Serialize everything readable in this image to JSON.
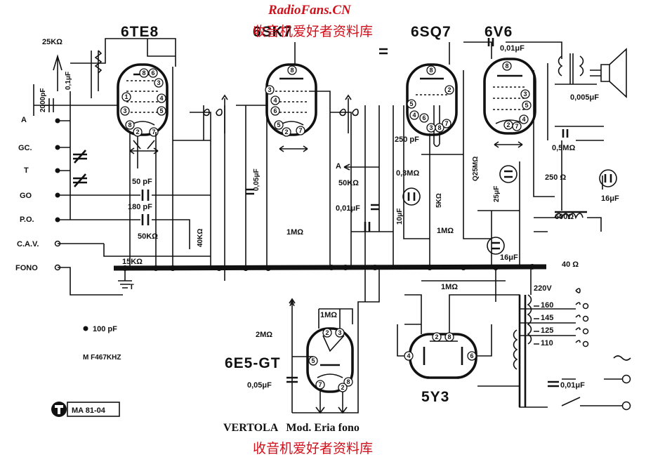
{
  "watermark": {
    "site": "RadioFans.CN",
    "cn_top": "收音机爱好者资料库",
    "cn_bottom": "收音机爱好者资料库"
  },
  "tubes": {
    "v1": "6TE8",
    "v2": "6SK7",
    "v3": "6SQ7",
    "v4": "6V6",
    "v5": "6E5-GT",
    "v6": "5Y3"
  },
  "inputs": [
    "A",
    "GC.",
    "T",
    "GO",
    "P.O.",
    "C.A.V.",
    "FONO"
  ],
  "components": {
    "r25k": "25KΩ",
    "c2000p": "2000pF",
    "c01u": "0,1μF",
    "c50p": "50 pF",
    "c180p": "180 pF",
    "r50k_a": "50KΩ",
    "r40k": "40KΩ",
    "r15k": "15KΩ",
    "c005_a": "0,05μF",
    "r1m_a": "1MΩ",
    "c250p": "250 pF",
    "r03m": "0,3MΩ",
    "r50k_b": "50KΩ",
    "r5k": "5KΩ",
    "c001_a": "0,01μF",
    "c10u": "10μF",
    "r025m": "Q25MΩ",
    "r1m_b": "1MΩ",
    "c25u": "25μF",
    "c001_b": "0,01μF",
    "c0005": "0,005μF",
    "r05m": "0,5MΩ",
    "r250": "250 Ω",
    "c16u_a": "16μF",
    "r600": "600Ω",
    "c16u_b": "16μF",
    "r40": "40 Ω",
    "r1m_c": "1MΩ",
    "r1m_d": "1MΩ",
    "r2m": "2MΩ",
    "c005_b": "0,05μF",
    "c001_c": "0,01μF",
    "mains": [
      "220V",
      "160",
      "145",
      "125",
      "110"
    ],
    "node_a1": "A",
    "node_a2": "A",
    "node_t": "T"
  },
  "notes": {
    "dot_note": "100 pF",
    "if_note": "M F467KHZ",
    "logo_code": "MA 81-04"
  },
  "footer": {
    "model": "VERTOLA   Mod. Eria fono"
  }
}
